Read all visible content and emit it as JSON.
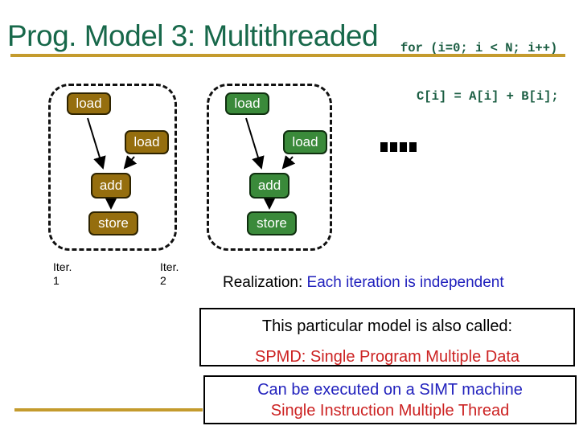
{
  "header": {
    "title": "Prog. Model 3: Multithreaded",
    "code_line1": "for (i=0; i < N; i++)",
    "code_line2": "C[i] = A[i] + B[i];"
  },
  "diagram": {
    "groups": [
      {
        "iter_label": "Iter.",
        "iter_number": "1",
        "node_color": "#956e0e",
        "nodes": {
          "load1": "load",
          "load2": "load",
          "add": "add",
          "store": "store"
        }
      },
      {
        "iter_label": "Iter.",
        "iter_number": "2",
        "node_color": "#3a8a3a",
        "nodes": {
          "load1": "load",
          "load2": "load",
          "add": "add",
          "store": "store"
        }
      }
    ],
    "continuation_dots": "...."
  },
  "realization": {
    "prefix": "Realization:",
    "statement": " Each iteration is independent"
  },
  "callouts": [
    {
      "line1": "This particular model is also called:",
      "line2": "SPMD: Single Program Multiple Data"
    },
    {
      "line1": "Can be executed on a SIMT machine",
      "line2": "Single Instruction Multiple Thread"
    }
  ],
  "colors": {
    "title_green": "#17684a",
    "code_green": "#1b5e43",
    "gold_rule": "#c49b2d",
    "amber_node": "#956e0e",
    "green_node": "#3a8a3a",
    "blue_text": "#2121bd",
    "red_text": "#cc2222"
  }
}
